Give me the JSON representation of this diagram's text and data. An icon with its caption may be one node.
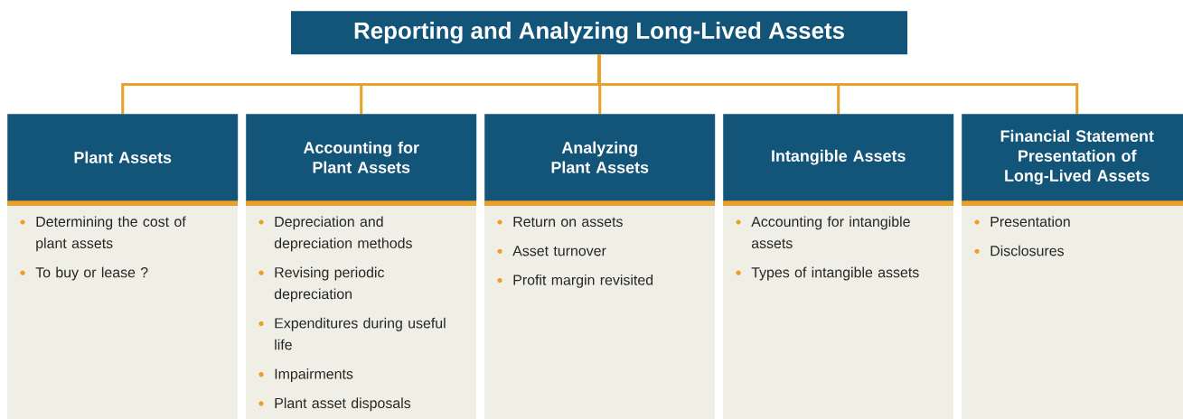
{
  "diagram": {
    "nodes": [
      {
        "text": [
          "Reporting and Analyzing Long-Lived Assets"
        ]
      },
      {
        "text": [
          "Plant Assets",
          "Determining the cost of plant assets",
          "To buy or lease ?"
        ]
      },
      {
        "text": [
          "Accounting for Plant Assets",
          "Depreciation and depreciation methods",
          "Revising periodic depreciation",
          "Expenditures during useful life",
          "Impairments",
          "Plant asset disposals"
        ]
      },
      {
        "text": [
          "Analyzing Plant Assets",
          "Return on assets",
          "Asset turnover",
          "Profit margin revisited"
        ]
      },
      {
        "text": [
          "Intangible Assets",
          "Accounting for intangible assets",
          "Types of intangible assets"
        ]
      },
      {
        "text": [
          "Financial Statement Presentation of Long-Lived Assets",
          "Presentation",
          "Disclosures"
        ]
      }
    ],
    "edges": [
      {
        "from": 0,
        "to": 1,
        "arrow": "none"
      },
      {
        "from": 0,
        "to": 2,
        "arrow": "none"
      },
      {
        "from": 0,
        "to": 3,
        "arrow": "none"
      },
      {
        "from": 0,
        "to": 4,
        "arrow": "none"
      },
      {
        "from": 0,
        "to": 5,
        "arrow": "none"
      }
    ]
  }
}
